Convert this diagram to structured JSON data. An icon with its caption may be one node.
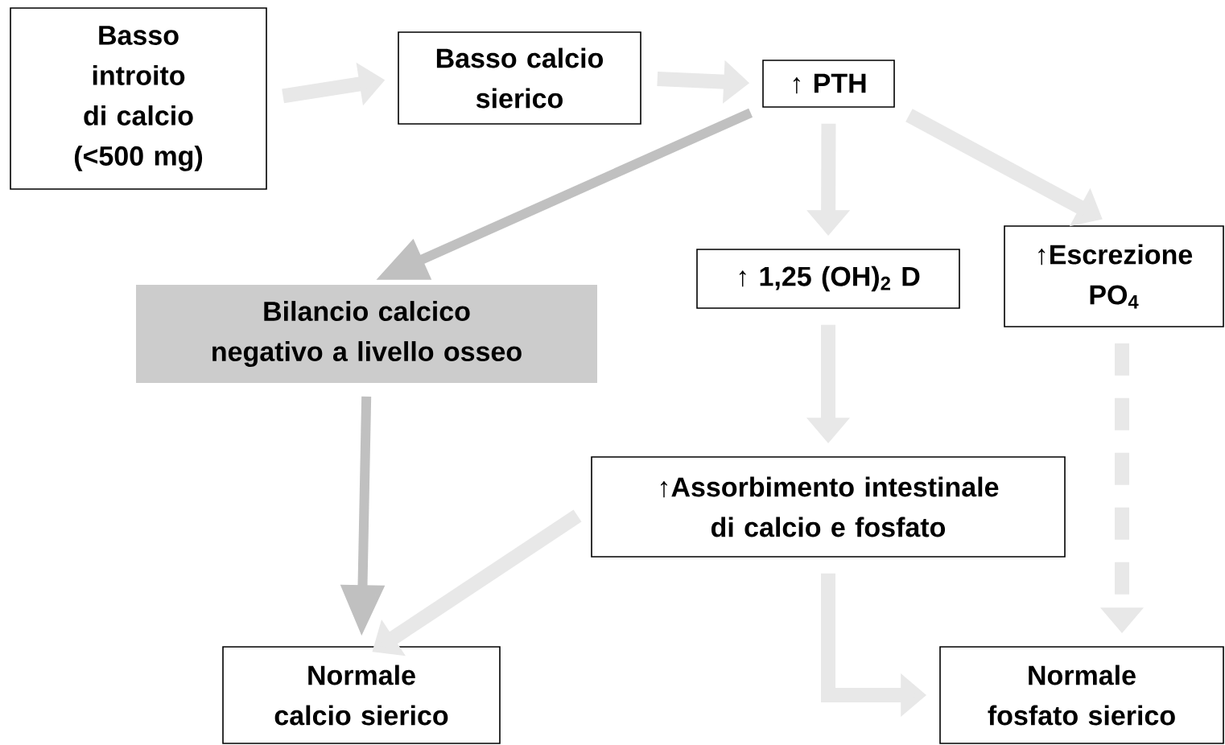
{
  "diagram": {
    "nodes": [
      {
        "text": [
          "Basso introito di calcio (<500 mg)"
        ]
      },
      {
        "text": [
          "Basso calcio sierico"
        ]
      },
      {
        "text": [
          "↑ PTH"
        ]
      },
      {
        "text": [
          "Bilancio calcico negativo a livello osseo"
        ]
      },
      {
        "text": [
          "↑ 1,25 (OH)$_{2}$ D"
        ]
      },
      {
        "text": [
          "↑Escrezione PO$_{4}$"
        ]
      },
      {
        "text": [
          "↑Assorbimento intestinale di calcio e fosfato"
        ]
      },
      {
        "text": [
          "Normale calcio sierico"
        ]
      },
      {
        "text": [
          "Normale fosfato sierico"
        ]
      }
    ],
    "edges": [
      {
        "from": 0,
        "to": 1,
        "arrow": "to"
      },
      {
        "from": 1,
        "to": 2,
        "arrow": "to"
      },
      {
        "from": 2,
        "to": 3,
        "arrow": "to",
        "color": "#c0c0c0"
      },
      {
        "from": 2,
        "to": 4,
        "arrow": "to"
      },
      {
        "from": 2,
        "to": 5,
        "arrow": "to"
      },
      {
        "from": 4,
        "to": 6,
        "arrow": "to"
      },
      {
        "from": 3,
        "to": 7,
        "arrow": "to",
        "color": "#c0c0c0"
      },
      {
        "from": 6,
        "to": 7,
        "arrow": "to"
      },
      {
        "from": 6,
        "to": 8,
        "arrow": "to"
      },
      {
        "from": 5,
        "to": 8,
        "arrow": "to",
        "style": "dashed"
      }
    ]
  }
}
